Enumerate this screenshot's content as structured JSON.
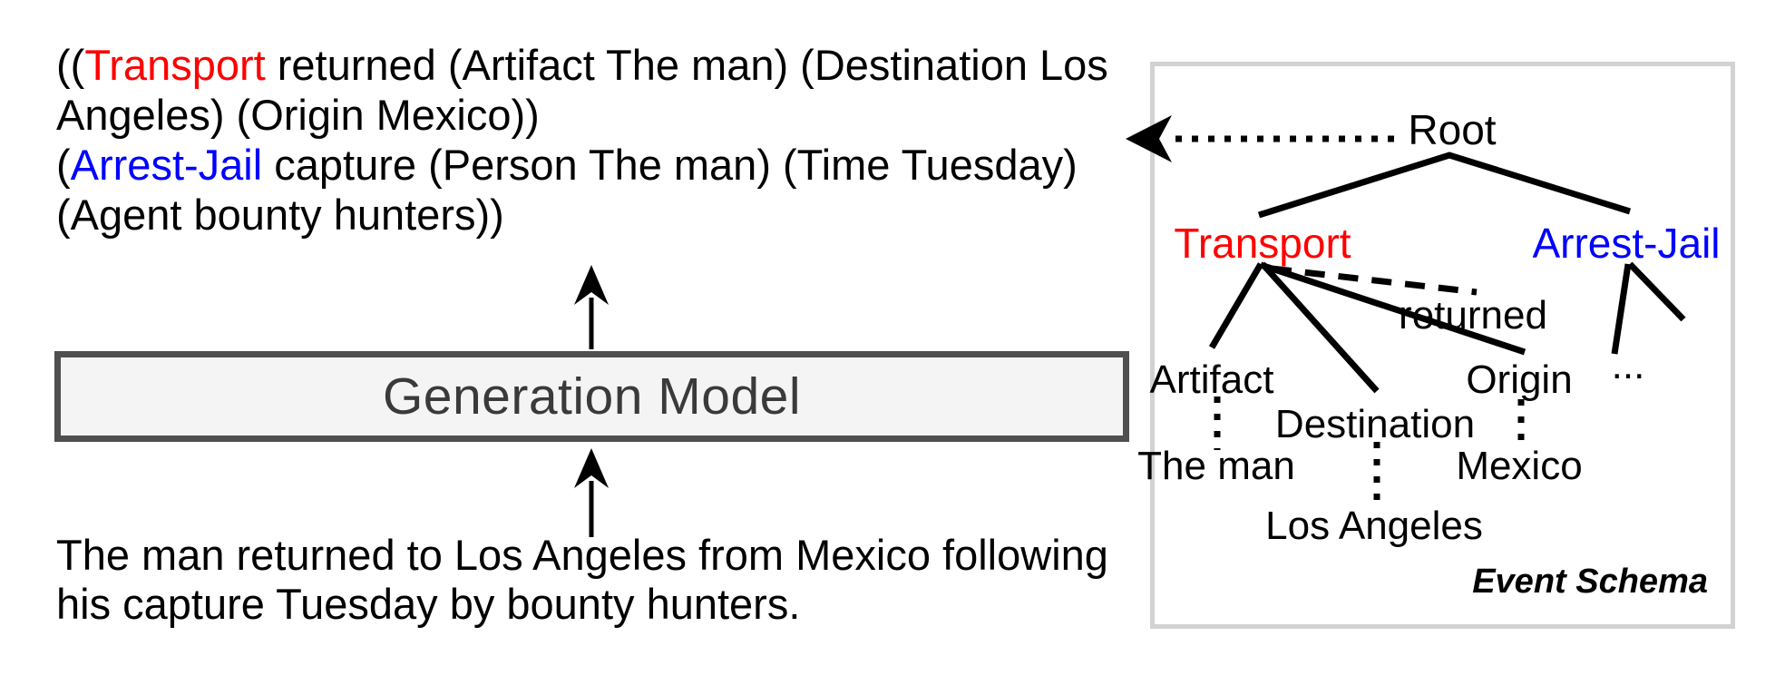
{
  "output_text": {
    "line1_prefix": "((",
    "line1_event": "Transport",
    "line1_rest": " returned (Artifact The man) (Destination Los",
    "line2": "Angeles) (Origin Mexico))",
    "line3_prefix": "(",
    "line3_event": "Arrest-Jail",
    "line3_rest": " capture (Person The man) (Time Tuesday)",
    "line4": "(Agent bounty hunters))"
  },
  "model": {
    "label": "Generation Model"
  },
  "input_text": {
    "line1": "The man returned to Los Angeles from Mexico following",
    "line2": "his capture Tuesday by bounty hunters."
  },
  "schema": {
    "caption": "Event Schema",
    "root": "Root",
    "events": [
      {
        "label": "Transport",
        "color": "#ff0000"
      },
      {
        "label": "Arrest-Jail",
        "color": "#0000ff"
      }
    ],
    "trigger": "returned",
    "roles": [
      "Artifact",
      "Destination",
      "Origin"
    ],
    "values": [
      "The man",
      "Los Angeles",
      "Mexico"
    ],
    "ellipsis": "..."
  },
  "colors": {
    "transport": "#ff0000",
    "arrest_jail": "#0000ff",
    "line": "#000000",
    "model_box_border": "#4f4f4f",
    "model_box_fill": "#f4f4f4",
    "schema_box_border": "#d2d2d2"
  }
}
